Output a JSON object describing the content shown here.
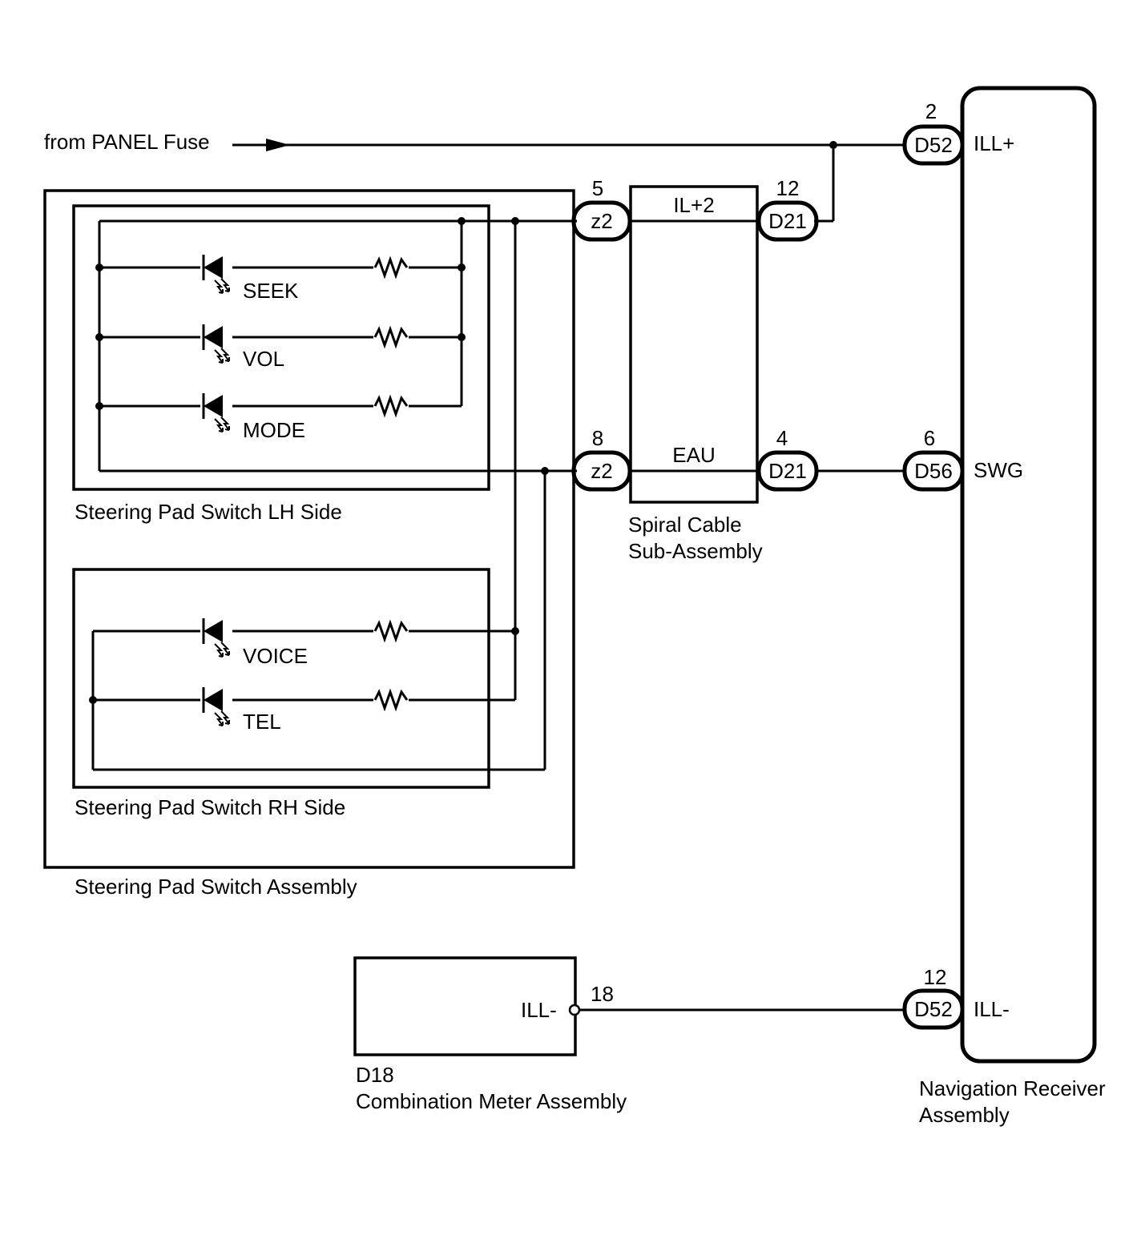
{
  "source": {
    "label": "from PANEL Fuse"
  },
  "components": {
    "lh_side": "Steering Pad Switch LH Side",
    "rh_side": "Steering Pad Switch RH Side",
    "assembly": "Steering Pad Switch Assembly",
    "spiral_line1": "Spiral Cable",
    "spiral_line2": "Sub-Assembly",
    "meter_code": "D18",
    "meter_name": "Combination Meter Assembly",
    "nav_line1": "Navigation Receiver",
    "nav_line2": "Assembly"
  },
  "switches": {
    "seek": "SEEK",
    "vol": "VOL",
    "mode": "MODE",
    "voice": "VOICE",
    "tel": "TEL"
  },
  "spiral_terminals": {
    "top": "IL+2",
    "bottom": "EAU"
  },
  "connectors": {
    "z2_top": {
      "code": "z2",
      "pin": "5"
    },
    "z2_bottom": {
      "code": "z2",
      "pin": "8"
    },
    "d21_top": {
      "code": "D21",
      "pin": "12"
    },
    "d21_bottom": {
      "code": "D21",
      "pin": "4"
    },
    "d52_top": {
      "code": "D52",
      "pin": "2"
    },
    "d56": {
      "code": "D56",
      "pin": "6"
    },
    "d52_bottom": {
      "code": "D52",
      "pin": "12"
    },
    "meter_pin": "18"
  },
  "terminals": {
    "ill_plus": "ILL+",
    "swg": "SWG",
    "ill_minus": "ILL-",
    "meter_ill_minus": "ILL-"
  }
}
